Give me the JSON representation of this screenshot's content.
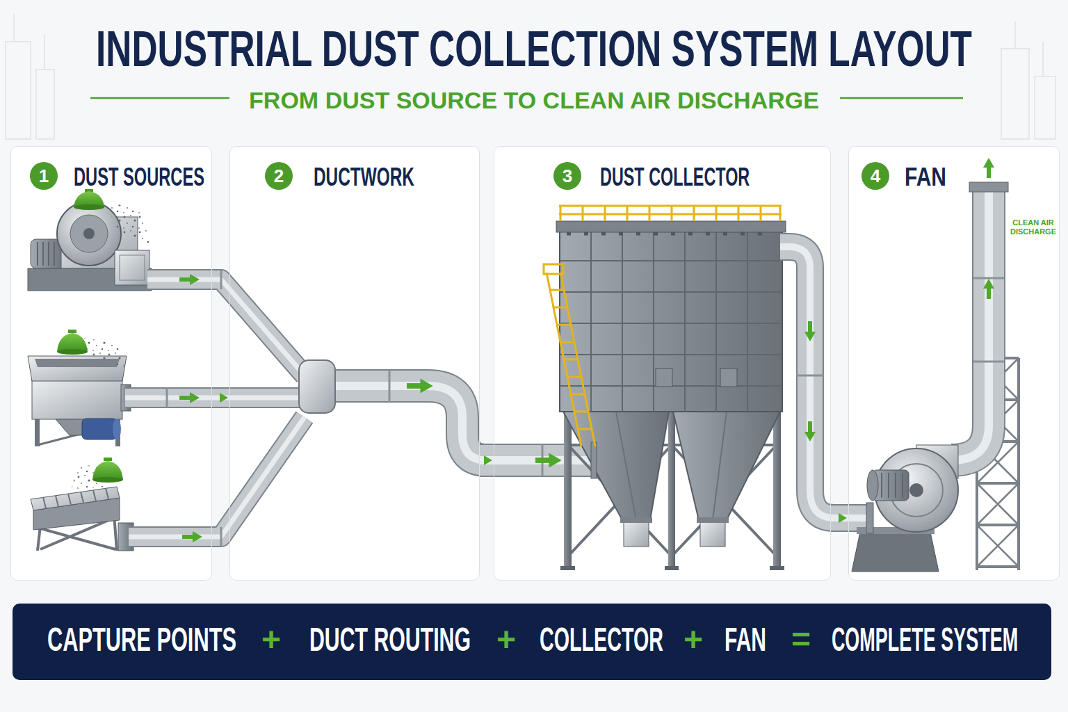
{
  "diagram": {
    "title": "INDUSTRIAL DUST COLLECTION SYSTEM LAYOUT",
    "nodes": [
      {
        "text": [
          "DUST SOURCES"
        ]
      },
      {
        "text": [
          "1"
        ],
        "in": 0
      },
      {
        "text": [
          "DUCTWORK"
        ]
      },
      {
        "text": [
          "2"
        ],
        "in": 2
      },
      {
        "text": [
          "DUST COLLECTOR"
        ]
      },
      {
        "text": [
          "3"
        ],
        "in": 4
      },
      {
        "text": [
          "FAN"
        ]
      },
      {
        "text": [
          "4"
        ],
        "in": 6
      },
      {
        "text": [
          "CAPTURE POINTS",
          "+",
          "DUCT ROUTING",
          "+",
          "COLLECTOR",
          "+",
          "FAN",
          "=",
          "COMPLETE SYSTEM"
        ]
      }
    ],
    "edges": [
      {
        "from": 0,
        "to": 2,
        "arrow": "to"
      },
      {
        "from": 2,
        "to": 4,
        "arrow": "to"
      },
      {
        "from": 4,
        "to": 6,
        "arrow": "to"
      }
    ],
    "labels": [
      "FROM DUST SOURCE TO CLEAN AIR DISCHARGE",
      "CLEAN AIR DISCHARGE"
    ]
  }
}
